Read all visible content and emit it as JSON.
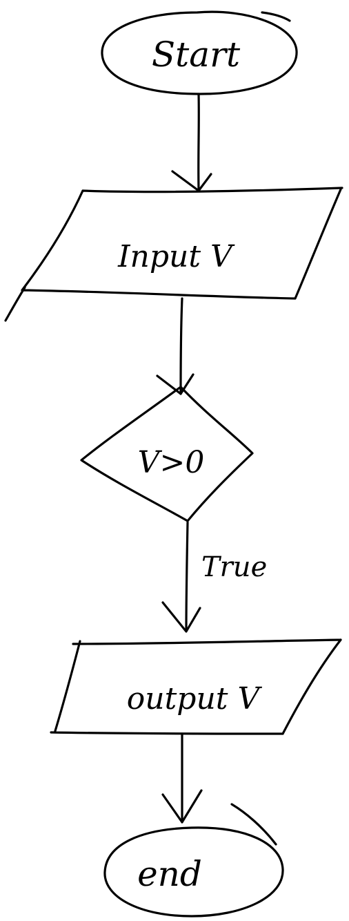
{
  "diagram": {
    "nodes": [
      {
        "id": "start",
        "shape": "terminator",
        "text": "Start"
      },
      {
        "id": "input",
        "shape": "input-output",
        "text": "Input V"
      },
      {
        "id": "decision",
        "shape": "decision",
        "text": "V>0"
      },
      {
        "id": "output",
        "shape": "input-output",
        "text": "output V"
      },
      {
        "id": "end",
        "shape": "terminator",
        "text": "end"
      }
    ],
    "edges": [
      {
        "from": "start",
        "to": "input",
        "label": ""
      },
      {
        "from": "input",
        "to": "decision",
        "label": ""
      },
      {
        "from": "decision",
        "to": "output",
        "label": "True"
      },
      {
        "from": "output",
        "to": "end",
        "label": ""
      }
    ],
    "style": "hand-drawn",
    "ink_color": "#000000",
    "background_color": "#ffffff"
  }
}
